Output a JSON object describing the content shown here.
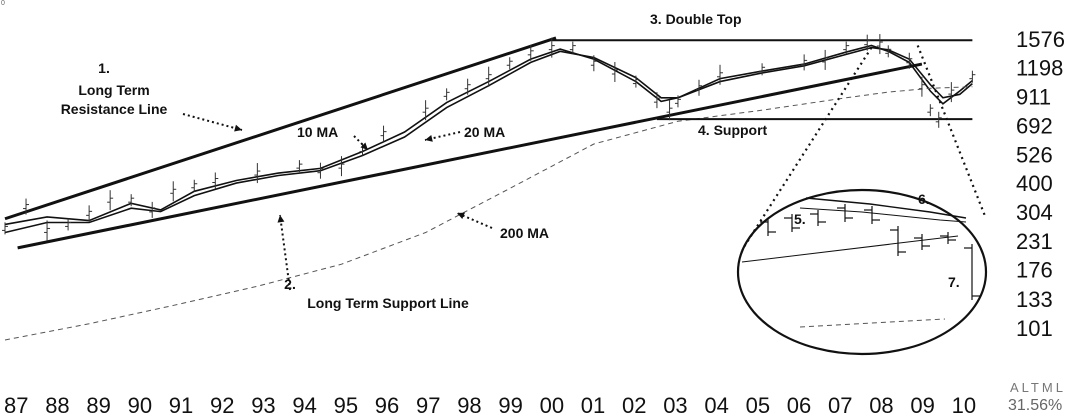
{
  "corner_tag": "0",
  "watermark": {
    "logo": "ALTML",
    "zoom": "31.56%"
  },
  "chart_data": {
    "type": "line",
    "title": "",
    "xlabel": "",
    "ylabel": "",
    "y_scale": "log",
    "ylim": [
      85,
      1850
    ],
    "xlim": [
      1987.0,
      2010.3
    ],
    "grid": false,
    "legend": "none",
    "x_ticks": [
      "87",
      "88",
      "89",
      "90",
      "91",
      "92",
      "93",
      "94",
      "95",
      "96",
      "97",
      "98",
      "99",
      "00",
      "01",
      "02",
      "03",
      "04",
      "05",
      "06",
      "07",
      "08",
      "09",
      "10"
    ],
    "y_ticks": [
      1576,
      1198,
      911,
      692,
      526,
      400,
      304,
      231,
      176,
      133,
      101
    ],
    "series": [
      {
        "style": "price-bars",
        "x": [
          1987.0,
          1987.5,
          1988.0,
          1988.5,
          1989.0,
          1989.5,
          1990.0,
          1990.5,
          1991.0,
          1991.5,
          1992.0,
          1993.0,
          1994.0,
          1994.5,
          1995.0,
          1995.5,
          1996.0,
          1997.0,
          1997.5,
          1998.0,
          1998.5,
          1999.0,
          1999.5,
          2000.0,
          2000.5,
          2001.0,
          2001.5,
          2002.0,
          2002.5,
          2002.8,
          2003.0,
          2003.5,
          2004.0,
          2005.0,
          2006.0,
          2006.5,
          2007.0,
          2007.5,
          2007.8,
          2008.0,
          2008.5,
          2008.8,
          2009.0,
          2009.2,
          2009.5,
          2010.0
        ],
        "values": [
          260,
          320,
          255,
          270,
          300,
          340,
          340,
          310,
          370,
          390,
          410,
          440,
          470,
          450,
          470,
          550,
          640,
          800,
          930,
          1000,
          1100,
          1250,
          1380,
          1450,
          1450,
          1250,
          1150,
          1050,
          880,
          800,
          870,
          990,
          1120,
          1180,
          1260,
          1290,
          1450,
          1520,
          1500,
          1400,
          1280,
          1000,
          800,
          730,
          950,
          1100
        ]
      },
      {
        "name": "10 MA",
        "style": "solid",
        "x": [
          1987.0,
          1988.0,
          1989.0,
          1990.0,
          1990.7,
          1991.5,
          1992.5,
          1993.5,
          1994.5,
          1995.5,
          1996.5,
          1997.5,
          1998.5,
          1999.5,
          2000.2,
          2001.0,
          2002.0,
          2002.6,
          2003.0,
          2004.0,
          2005.0,
          2006.0,
          2007.0,
          2007.6,
          2008.0,
          2008.5,
          2009.0,
          2009.3,
          2009.7,
          2010.0
        ],
        "values": [
          270,
          290,
          280,
          330,
          310,
          370,
          410,
          440,
          460,
          540,
          650,
          860,
          1050,
          1300,
          1430,
          1300,
          1050,
          870,
          900,
          1080,
          1160,
          1240,
          1390,
          1480,
          1400,
          1260,
          960,
          850,
          960,
          1060
        ]
      },
      {
        "name": "20 MA",
        "style": "solid",
        "x": [
          1987.0,
          1988.0,
          1989.0,
          1990.0,
          1990.7,
          1991.5,
          1992.5,
          1993.5,
          1994.5,
          1995.5,
          1996.5,
          1997.5,
          1998.5,
          1999.5,
          2000.2,
          2001.0,
          2002.0,
          2002.6,
          2003.0,
          2004.0,
          2005.0,
          2006.0,
          2007.0,
          2007.6,
          2008.0,
          2008.5,
          2009.0,
          2009.3,
          2009.7,
          2010.0
        ],
        "values": [
          250,
          275,
          275,
          315,
          305,
          355,
          400,
          430,
          450,
          520,
          620,
          820,
          1010,
          1260,
          1400,
          1320,
          1090,
          900,
          900,
          1050,
          1140,
          1220,
          1360,
          1450,
          1420,
          1300,
          1020,
          900,
          930,
          1030
        ]
      },
      {
        "name": "200 MA",
        "style": "dashed",
        "x": [
          1987.0,
          1989.0,
          1991.0,
          1993.0,
          1995.0,
          1997.0,
          1999.0,
          2001.0,
          2003.0,
          2005.0,
          2007.0,
          2008.0,
          2009.0,
          2010.0
        ],
        "values": [
          90,
          105,
          125,
          150,
          185,
          250,
          380,
          580,
          720,
          800,
          900,
          950,
          985,
          1000
        ]
      },
      {
        "name": "Long Term Resistance Line",
        "style": "trendline",
        "x": [
          1987.0,
          2000.1
        ],
        "values": [
          285,
          1590
        ]
      },
      {
        "name": "Long Term Support Line",
        "style": "trendline",
        "x": [
          1987.3,
          2008.8
        ],
        "values": [
          216,
          1240
        ]
      },
      {
        "name": "Double Top",
        "style": "level",
        "x": [
          2000.0,
          2010.0
        ],
        "values": [
          1555,
          1555
        ]
      },
      {
        "name": "Support",
        "style": "level",
        "x": [
          2002.5,
          2010.0
        ],
        "values": [
          735,
          735
        ]
      }
    ],
    "annotations": [
      {
        "label": "1.",
        "text": [
          "Long Term",
          "Resistance Line"
        ]
      },
      {
        "label": "2.",
        "text": [
          "Long Term Support Line"
        ]
      },
      {
        "label": "3.",
        "text": [
          "Double Top"
        ]
      },
      {
        "label": "4.",
        "text": [
          "Support"
        ]
      },
      {
        "label": "5."
      },
      {
        "label": "6."
      },
      {
        "label": "7."
      },
      {
        "text": [
          "10 MA"
        ]
      },
      {
        "text": [
          "20 MA"
        ]
      },
      {
        "text": [
          "200 MA"
        ]
      }
    ]
  }
}
